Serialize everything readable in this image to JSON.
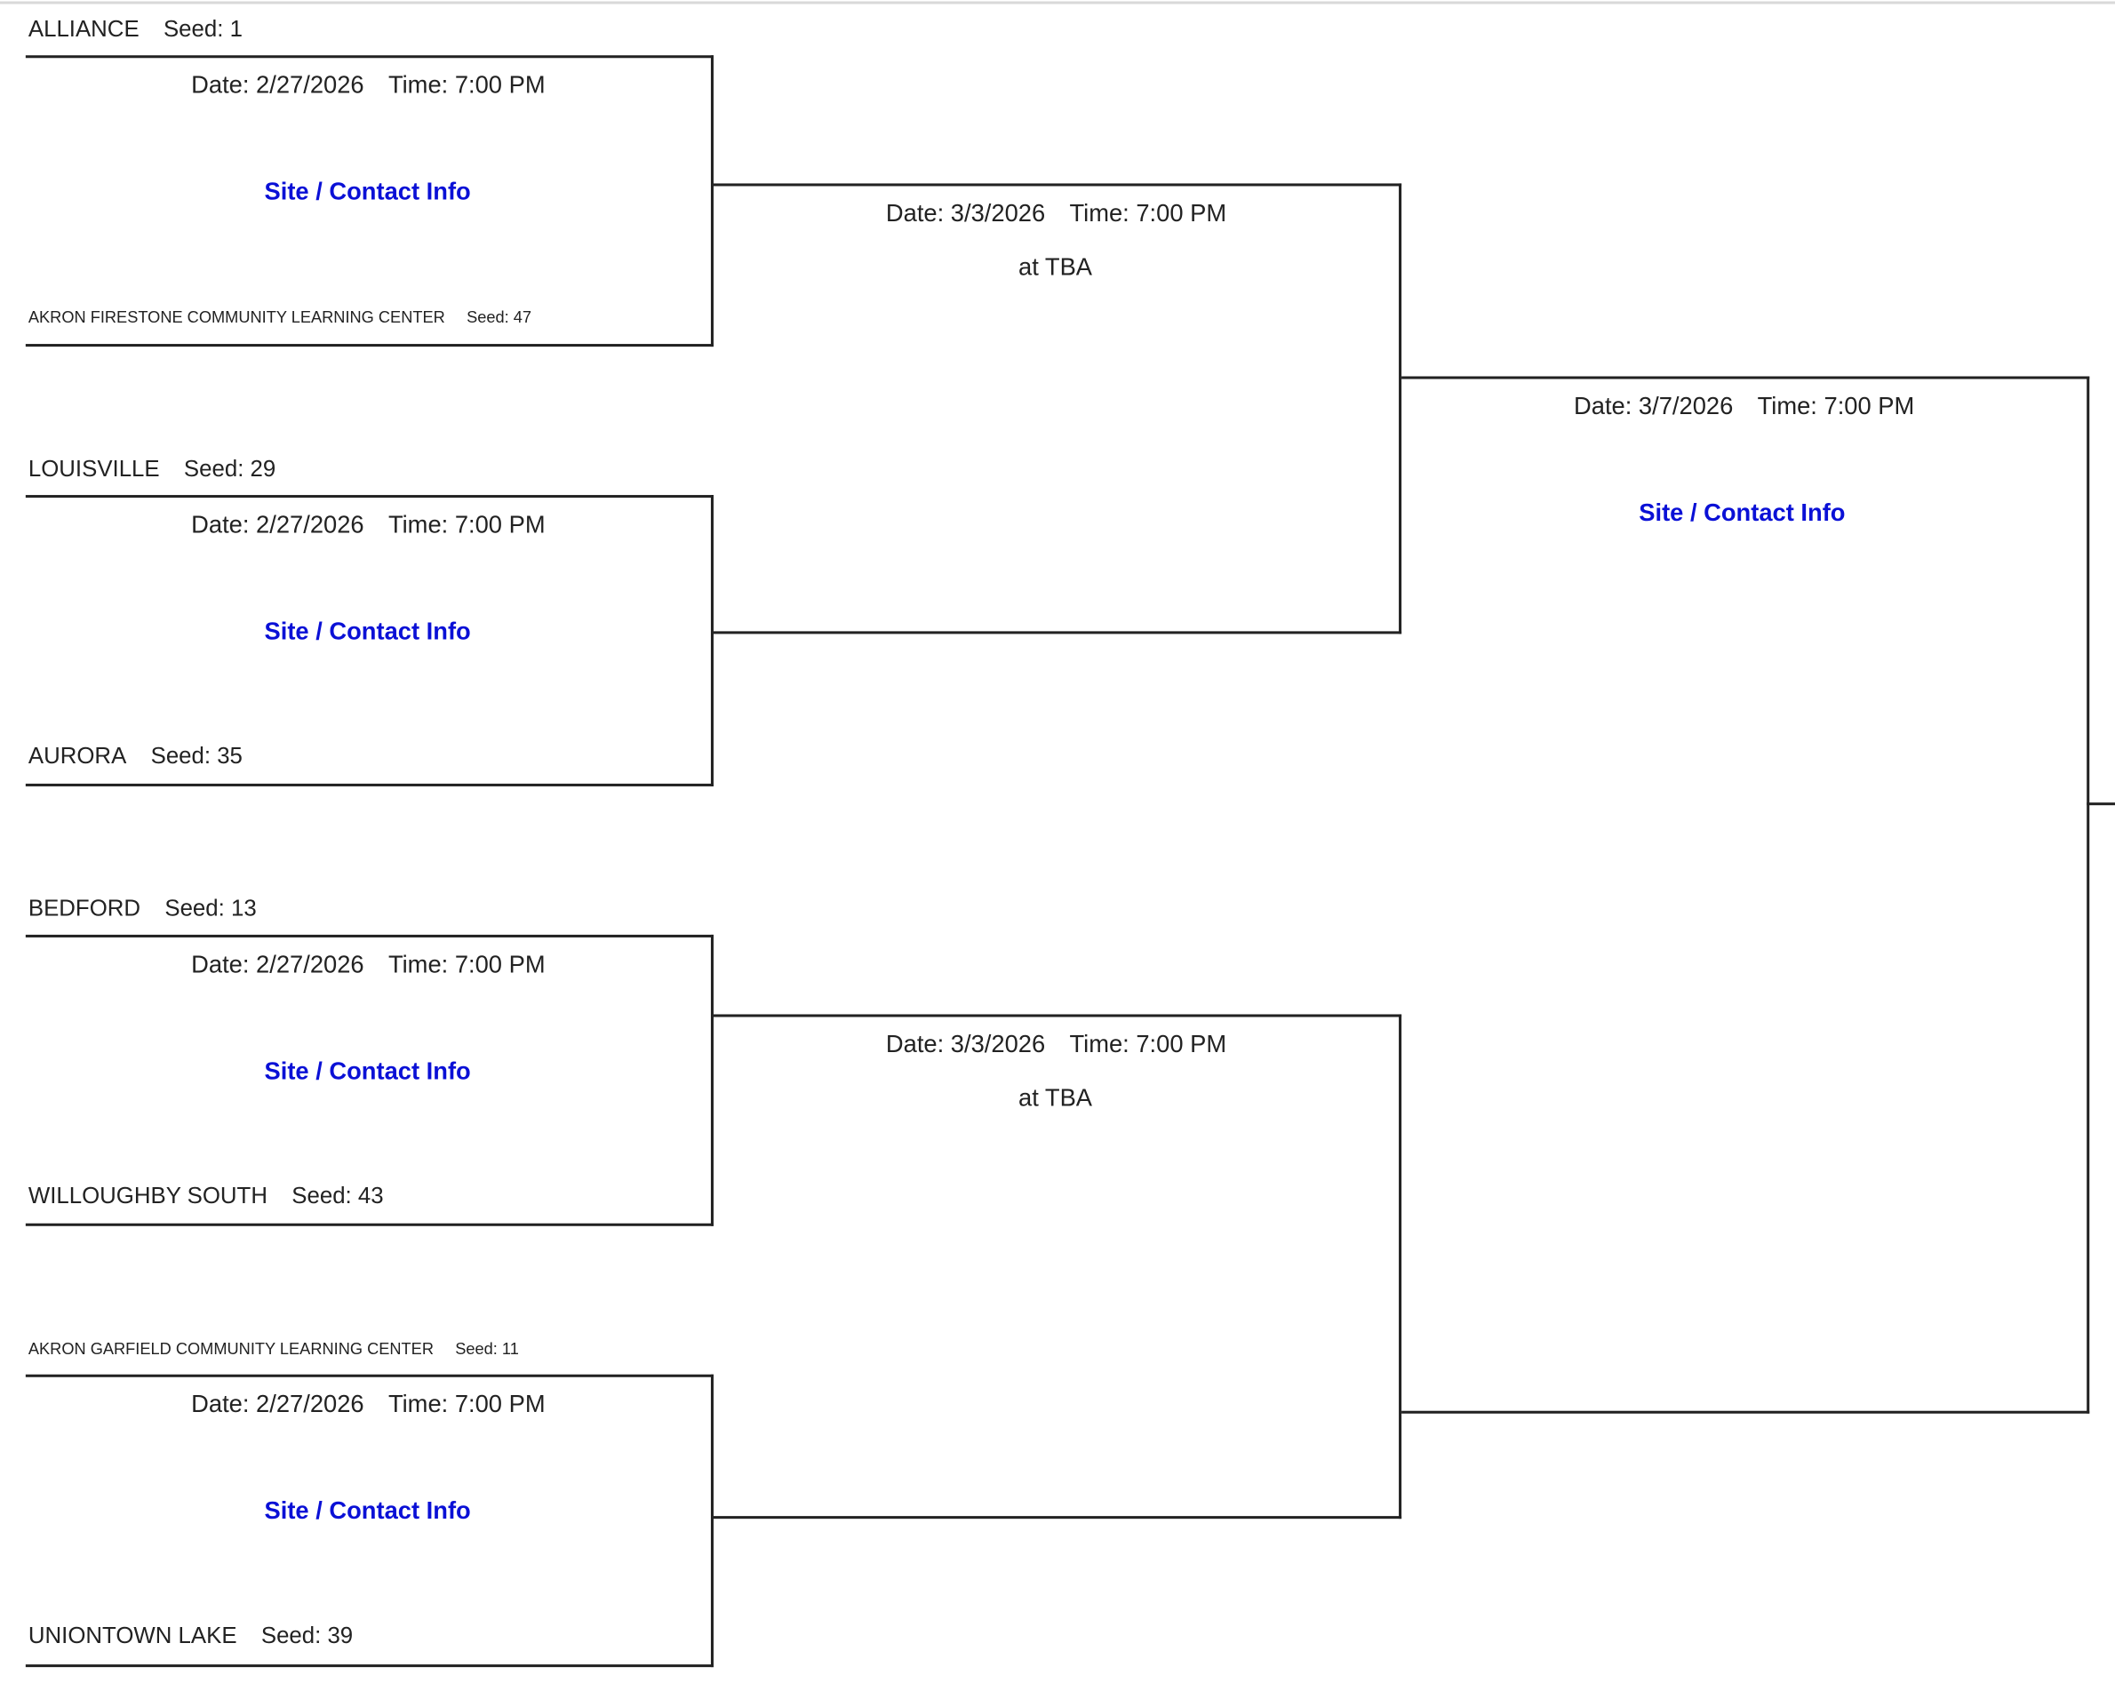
{
  "round1": [
    {
      "top": {
        "name": "ALLIANCE",
        "seed": "Seed: 1"
      },
      "bottom": {
        "name": "AKRON FIRESTONE COMMUNITY LEARNING CENTER",
        "seed": "Seed: 47"
      },
      "date": "Date: 2/27/2026",
      "time": "Time: 7:00 PM",
      "link": "Site / Contact Info"
    },
    {
      "top": {
        "name": "LOUISVILLE",
        "seed": "Seed: 29"
      },
      "bottom": {
        "name": "AURORA",
        "seed": "Seed: 35"
      },
      "date": "Date: 2/27/2026",
      "time": "Time: 7:00 PM",
      "link": "Site / Contact Info"
    },
    {
      "top": {
        "name": "BEDFORD",
        "seed": "Seed: 13"
      },
      "bottom": {
        "name": "WILLOUGHBY SOUTH",
        "seed": "Seed: 43"
      },
      "date": "Date: 2/27/2026",
      "time": "Time: 7:00 PM",
      "link": "Site / Contact Info"
    },
    {
      "top": {
        "name": "AKRON GARFIELD COMMUNITY LEARNING CENTER",
        "seed": "Seed: 11"
      },
      "bottom": {
        "name": "UNIONTOWN LAKE",
        "seed": "Seed: 39"
      },
      "date": "Date: 2/27/2026",
      "time": "Time: 7:00 PM",
      "link": "Site / Contact Info"
    }
  ],
  "round2": [
    {
      "date": "Date: 3/3/2026",
      "time": "Time: 7:00 PM",
      "venue": "at TBA"
    },
    {
      "date": "Date: 3/3/2026",
      "time": "Time: 7:00 PM",
      "venue": "at TBA"
    }
  ],
  "round3": {
    "date": "Date: 3/7/2026",
    "time": "Time: 7:00 PM",
    "link": "Site / Contact Info"
  }
}
